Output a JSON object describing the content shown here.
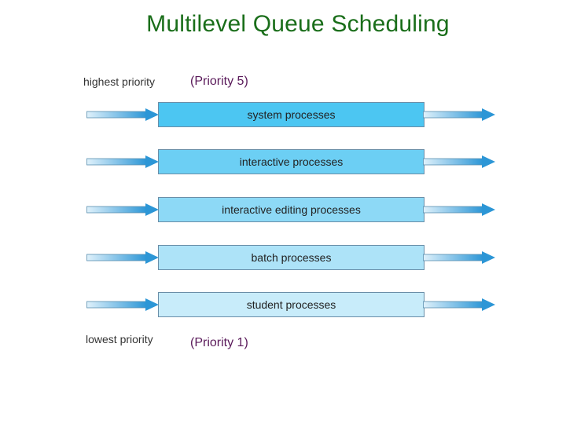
{
  "title": "Multilevel Queue Scheduling",
  "labels": {
    "highest": "highest priority",
    "lowest": "lowest priority",
    "top_priority": "(Priority 5)",
    "bottom_priority": "(Priority 1)"
  },
  "queues": [
    {
      "label": "system processes",
      "color": "#4cc6f2"
    },
    {
      "label": "interactive processes",
      "color": "#6ccff4"
    },
    {
      "label": "interactive editing processes",
      "color": "#8dd9f6"
    },
    {
      "label": "batch processes",
      "color": "#ade3f8"
    },
    {
      "label": "student processes",
      "color": "#c8ecfa"
    }
  ],
  "colors": {
    "title": "#1a6e1a",
    "arrow": "#2c96d6",
    "arrow_light": "#dff1fb"
  }
}
